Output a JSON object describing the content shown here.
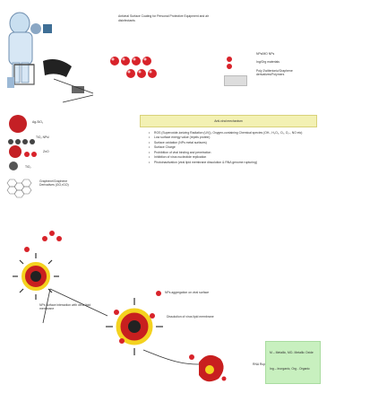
{
  "header": {
    "title": "Antiviral Surface Coating for Personal Protective Equipment and air",
    "subtitle": "disinfectants"
  },
  "materials": {
    "np_mmo": "NPs/MO NPs",
    "ing_org": "Ing/Org materials",
    "polymers": "Poly Zwitterionic/Graphene derivatives/Polymers",
    "ag_sio2": "Ag-SiO₂",
    "tio2_nanorod": "TiO₂ NPs/",
    "zno_cu": "ZnO",
    "tio2": "TiO₂",
    "graphene": "Graphene/Graphene Derivatives (GO,rGO)"
  },
  "mechanism": {
    "title": "Anti-viral mechanism",
    "items": [
      "ROS (Superoxide-ionizing Radiation (UV)), Oxygen-containing Chemical species (OH-, H₂O₂, O₂, O₂-, NO etc)",
      "Low surface energy value (repels protein)",
      "Surface oxidation (NPs metal surfaces)",
      "Surface Charge",
      "Prohibition of viral binding and penetration",
      "Inhibition of virus nucleotide replication",
      "Photoinactivation (viral lipid membrane dissolution & RNA genome rupturing)"
    ]
  },
  "process": {
    "aggregation": "NPs aggregation on viral surface",
    "interaction": "NPs surface interaction with virus lipid membrane",
    "dissolution": "Dissolution of virus lipid membrane",
    "rna": "RNA Rupturing"
  },
  "legend": {
    "line1": "M – Metallic, MO- Metallic Oxide",
    "line2": "Ing – Inorganic, Org - Organic"
  },
  "colors": {
    "banner": "#f3f1b3",
    "legend": "#c8f0bf",
    "particle_red": "#d8232a",
    "virus_red": "#c81f1f",
    "virus_yellow": "#f4d21f"
  }
}
